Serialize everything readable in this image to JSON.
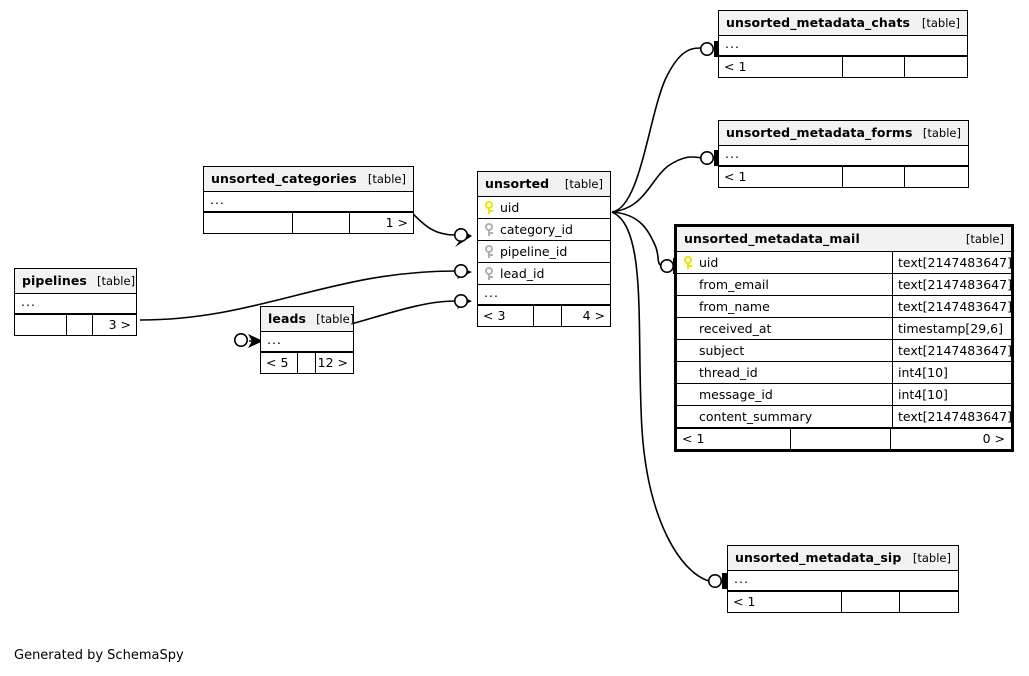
{
  "diagram": {
    "caption": "Generated by SchemaSpy",
    "table_tag": "[table]",
    "ellipsis": "...",
    "colors": {
      "primary_key": "#e8e800",
      "foreign_key": "#b0b0b0",
      "header_bg": "#f2f2f2",
      "border": "#000000",
      "background": "#ffffff"
    }
  },
  "tables": {
    "pipelines": {
      "name": "pipelines",
      "tag": "[table]",
      "ellipsis": "...",
      "footer": {
        "left": "",
        "mid": "",
        "right": "3 >"
      }
    },
    "unsorted_categories": {
      "name": "unsorted_categories",
      "tag": "[table]",
      "ellipsis": "...",
      "footer": {
        "left": "",
        "mid": "",
        "right": "1 >"
      }
    },
    "leads": {
      "name": "leads",
      "tag": "[table]",
      "ellipsis": "...",
      "footer": {
        "left": "< 5",
        "mid": "",
        "right": "12 >"
      }
    },
    "unsorted": {
      "name": "unsorted",
      "tag": "[table]",
      "ellipsis": "...",
      "columns": [
        {
          "name": "uid",
          "key": "pk"
        },
        {
          "name": "category_id",
          "key": "fk"
        },
        {
          "name": "pipeline_id",
          "key": "fk"
        },
        {
          "name": "lead_id",
          "key": "fk"
        }
      ],
      "footer": {
        "left": "< 3",
        "mid": "",
        "right": "4 >"
      }
    },
    "unsorted_metadata_chats": {
      "name": "unsorted_metadata_chats",
      "tag": "[table]",
      "ellipsis": "...",
      "footer": {
        "left": "< 1",
        "mid": "",
        "right": ""
      }
    },
    "unsorted_metadata_forms": {
      "name": "unsorted_metadata_forms",
      "tag": "[table]",
      "ellipsis": "...",
      "footer": {
        "left": "< 1",
        "mid": "",
        "right": ""
      }
    },
    "unsorted_metadata_sip": {
      "name": "unsorted_metadata_sip",
      "tag": "[table]",
      "ellipsis": "...",
      "footer": {
        "left": "< 1",
        "mid": "",
        "right": ""
      }
    },
    "unsorted_metadata_mail": {
      "name": "unsorted_metadata_mail",
      "tag": "[table]",
      "focused": true,
      "columns": [
        {
          "name": "uid",
          "type": "text[2147483647]",
          "key": "pk"
        },
        {
          "name": "from_email",
          "type": "text[2147483647]",
          "key": "none"
        },
        {
          "name": "from_name",
          "type": "text[2147483647]",
          "key": "none"
        },
        {
          "name": "received_at",
          "type": "timestamp[29,6]",
          "key": "none"
        },
        {
          "name": "subject",
          "type": "text[2147483647]",
          "key": "none"
        },
        {
          "name": "thread_id",
          "type": "int4[10]",
          "key": "none"
        },
        {
          "name": "message_id",
          "type": "int4[10]",
          "key": "none"
        },
        {
          "name": "content_summary",
          "type": "text[2147483647]",
          "key": "none"
        }
      ],
      "footer": {
        "left": "< 1",
        "mid": "",
        "right": "0 >"
      }
    }
  },
  "relationships": [
    {
      "from": "unsorted.category_id",
      "to": "unsorted_categories",
      "from_notation": "crowsfoot",
      "to_notation": "zero-one"
    },
    {
      "from": "unsorted.pipeline_id",
      "to": "pipelines",
      "from_notation": "crowsfoot",
      "to_notation": "zero-one"
    },
    {
      "from": "unsorted.lead_id",
      "to": "leads",
      "from_notation": "crowsfoot",
      "to_notation": "zero-one"
    },
    {
      "from": "unsorted.uid",
      "to": "unsorted_metadata_chats",
      "from_notation": "zero-one",
      "to_notation": "one"
    },
    {
      "from": "unsorted.uid",
      "to": "unsorted_metadata_forms",
      "from_notation": "zero-one",
      "to_notation": "one"
    },
    {
      "from": "unsorted.uid",
      "to": "unsorted_metadata_mail",
      "from_notation": "zero-one",
      "to_notation": "one"
    },
    {
      "from": "unsorted.uid",
      "to": "unsorted_metadata_sip",
      "from_notation": "zero-one",
      "to_notation": "one"
    }
  ]
}
